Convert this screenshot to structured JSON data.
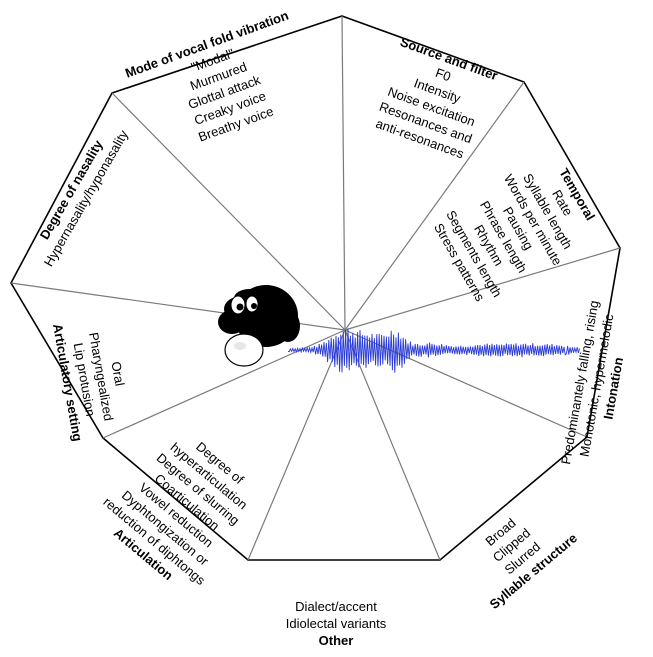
{
  "sectors": [
    {
      "id": "source-filter",
      "title": "Source and filter",
      "items": [
        "F0",
        "Intensity",
        "Noise excitation",
        "Resonances and",
        "anti-resonances"
      ]
    },
    {
      "id": "temporal",
      "title": "Temporal",
      "items": [
        "Rate",
        "Syllable length",
        "Words per minute",
        "Pausing",
        "Phrase length",
        "Rhythm",
        "Segments length",
        "Stress patterns"
      ]
    },
    {
      "id": "intonation",
      "title": "Intonation",
      "items": [
        "Predominantely falling, rising",
        "Monotonic, hypermelodic"
      ]
    },
    {
      "id": "syllable-structure",
      "title": "Syllable structure",
      "items": [
        "Broad",
        "Clipped",
        "Slurred"
      ]
    },
    {
      "id": "other",
      "title": "Other",
      "items": [
        "Dialect/accent",
        "Idiolectal variants"
      ]
    },
    {
      "id": "articulation",
      "title": "Articulation",
      "items": [
        "Degree of",
        "hyperarticulation",
        "Degree of slurring",
        "Coarticulation",
        "Vowel reduction",
        "Dyphtongization or",
        "reduction of diphtongs"
      ]
    },
    {
      "id": "articulatory-setting",
      "title": "Articulatory setting",
      "items": [
        "Oral",
        "Pharyngealized",
        "Lip protusion"
      ]
    },
    {
      "id": "nasality",
      "title": "Degree of nasality",
      "items": [
        "Hypernasality/hyponasality"
      ]
    },
    {
      "id": "vocal-fold",
      "title": "Mode of vocal fold vibration",
      "items": [
        "\"Modal\"",
        "Murmured",
        "Glottal attack",
        "Creaky voice",
        "Breathy voice"
      ]
    }
  ],
  "colors": {
    "waveform": "#2a3bd6",
    "outline": "#000000",
    "divider": "#7a7a7a"
  },
  "icons": {
    "speaker": "cartoon-speaker-head-icon",
    "waveform": "speech-waveform-icon"
  }
}
